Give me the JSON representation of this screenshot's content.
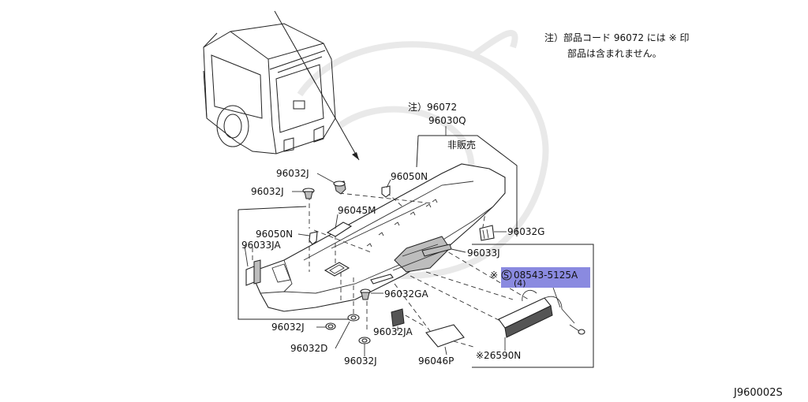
{
  "note": {
    "line1": "注）部品コード 96072 には ※ 印",
    "line2": "部品は含まれません。"
  },
  "labels": {
    "note_96072": "注）96072",
    "p96030q": "96030Q",
    "not_for_sale": "非販売",
    "p96032j_a": "96032J",
    "p96032j_b": "96032J",
    "p96050n_a": "96050N",
    "p96045m": "96045M",
    "p96050n_b": "96050N",
    "p96033ja": "96033JA",
    "p96032g": "96032G",
    "p96033j": "96033J",
    "p08543": "08543-5125A",
    "qty": "(4)",
    "p96032ga": "96032GA",
    "p96032j_c": "96032J",
    "p96032d": "96032D",
    "p96032ja": "96032JA",
    "p96032j_d": "96032J",
    "p96046p": "96046P",
    "p26590n": "※26590N",
    "asterisk": "※",
    "s_symbol": "S"
  },
  "diagram_code": "J960002S",
  "colors": {
    "highlight": "#8a8ae0",
    "line": "#222222"
  }
}
